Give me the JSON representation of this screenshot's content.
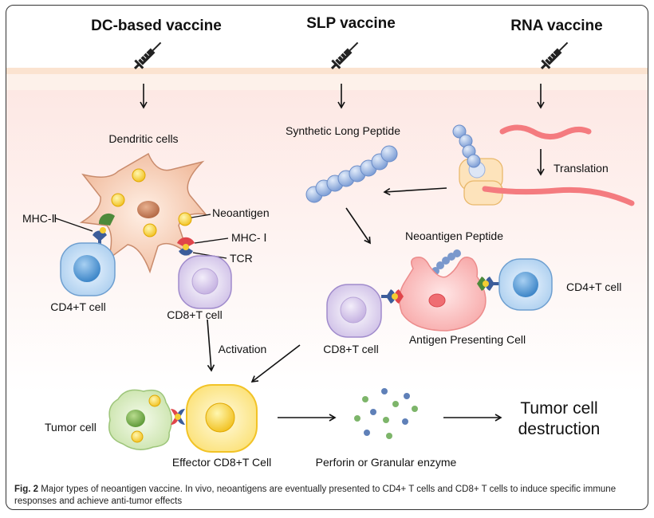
{
  "headers": {
    "dc": "DC-based vaccine",
    "slp": "SLP vaccine",
    "rna": "RNA vaccine"
  },
  "labels": {
    "dendritic_cells": "Dendritic cells",
    "neoantigen": "Neoantigen",
    "mhc2": "MHC-Ⅱ",
    "mhc1": "MHC- Ⅰ",
    "tcr": "TCR",
    "cd4_left": "CD4+T cell",
    "cd8_left": "CD8+T cell",
    "slp": "Synthetic Long Peptide",
    "translation": "Translation",
    "neo_peptide": "Neoantigen Peptide",
    "cd4_right": "CD4+T cell",
    "cd8_mid": "CD8+T cell",
    "apc": "Antigen Presenting Cell",
    "activation": "Activation",
    "tumor_cell": "Tumor cell",
    "effector": "Effector CD8+T Cell",
    "perforin": "Perforin or Granular enzyme",
    "destruction_1": "Tumor cell",
    "destruction_2": "destruction"
  },
  "caption": {
    "prefix": "Fig. 2",
    "text": " Major types of neoantigen vaccine. In vivo, neoantigens are eventually presented to CD4+ T cells and CD8+ T cells to induce specific immune responses and achieve anti-tumor effects"
  }
}
